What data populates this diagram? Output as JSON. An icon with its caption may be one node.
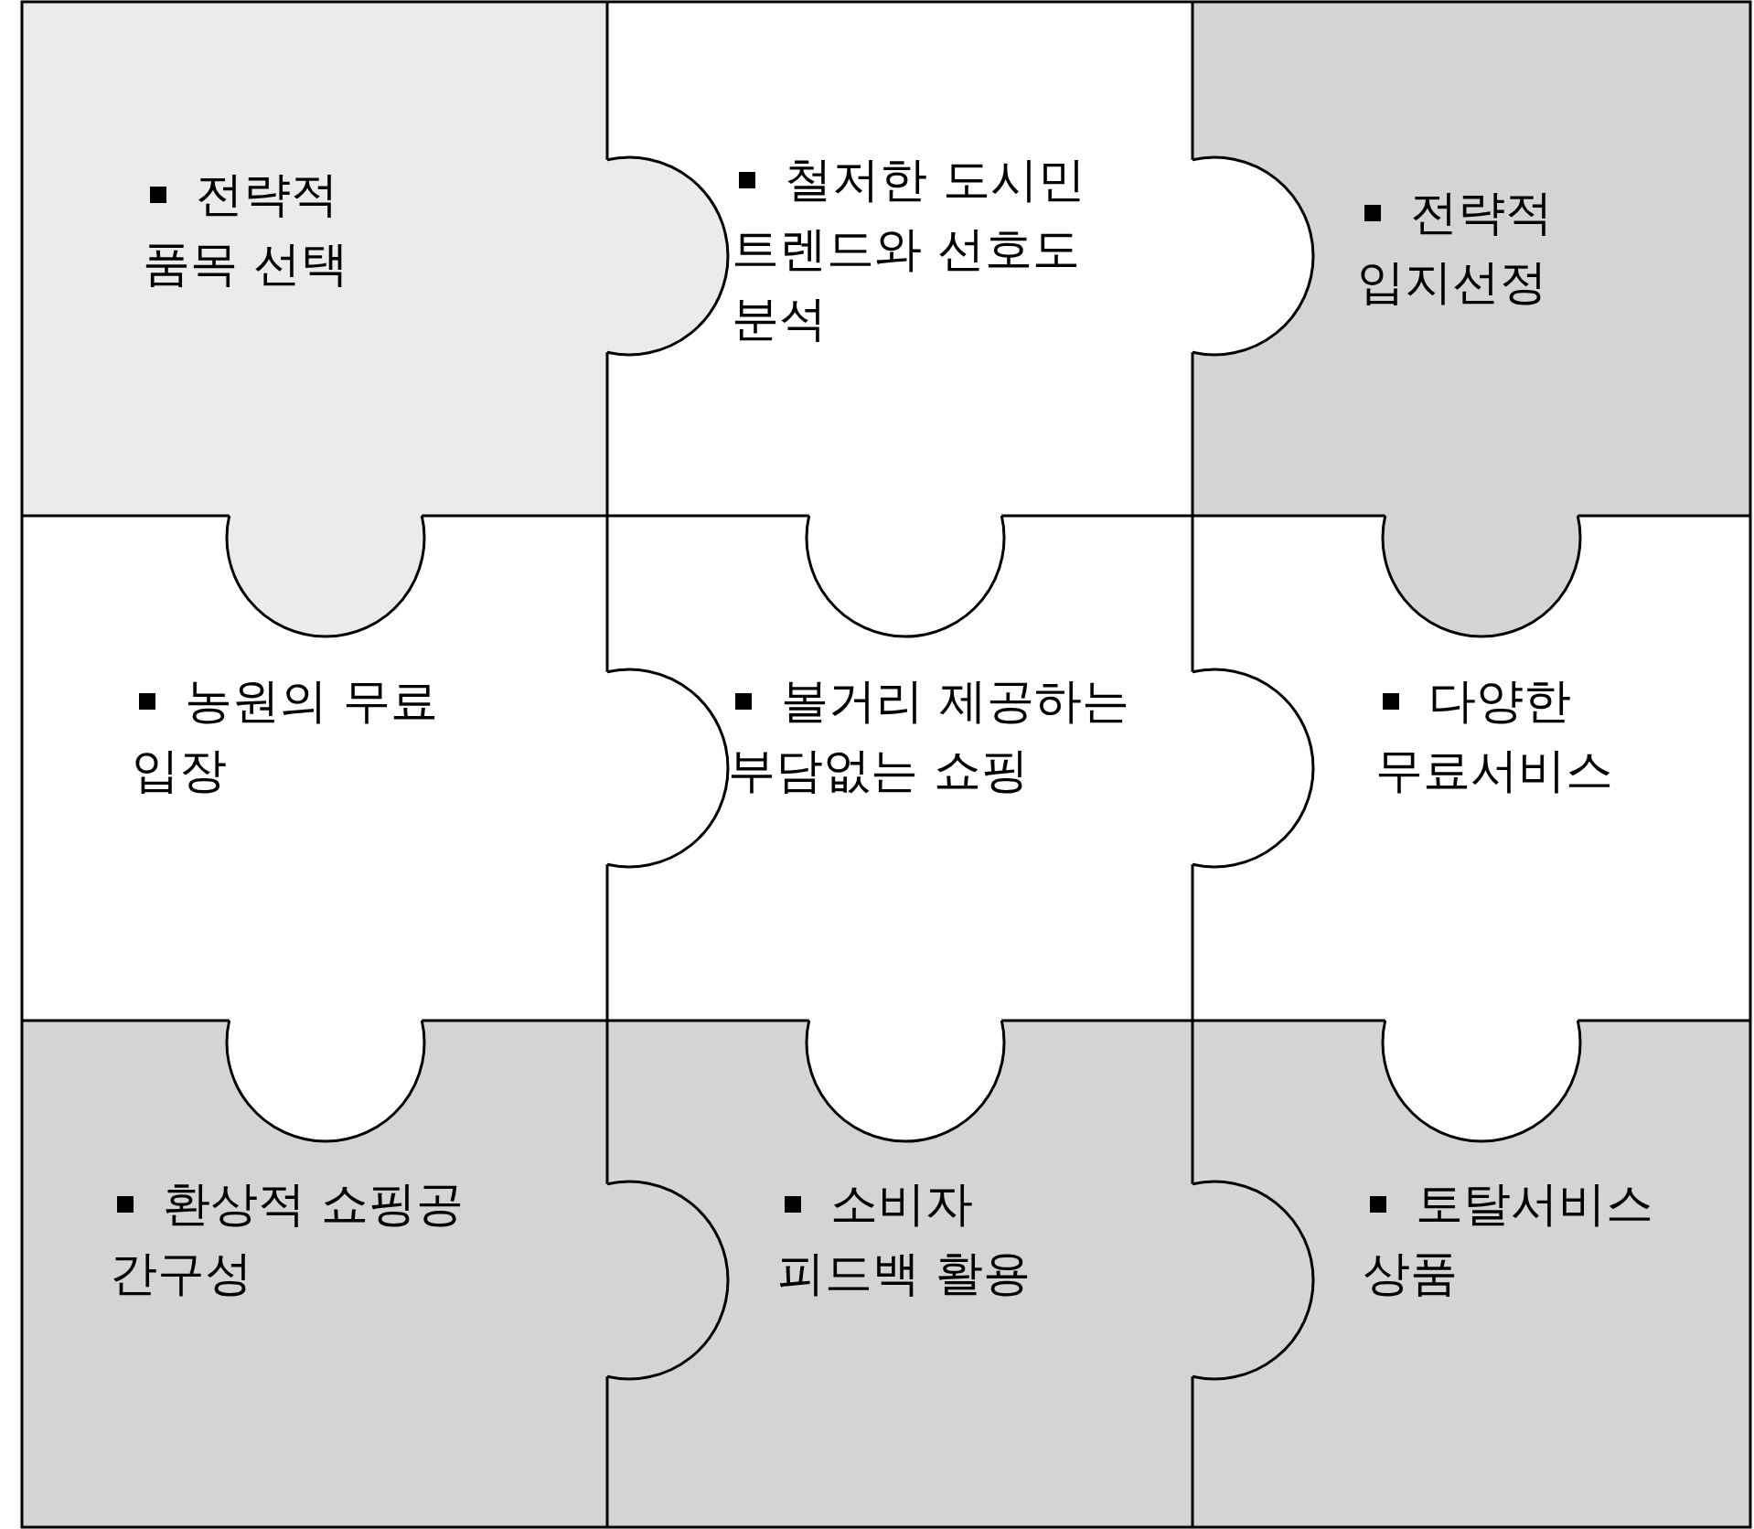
{
  "diagram": {
    "nodes": [
      {
        "text": [
          "전략적 품목 선택"
        ]
      },
      {
        "text": [
          "철저한 도시민 트렌드와 선호도 분석"
        ]
      },
      {
        "text": [
          "전략적 입지선정"
        ]
      },
      {
        "text": [
          "농원의 무료 입장"
        ]
      },
      {
        "text": [
          "볼거리 제공하는 부담없는 쇼핑"
        ]
      },
      {
        "text": [
          "다양한 무료서비스"
        ]
      },
      {
        "text": [
          "환상적 쇼핑공간구성"
        ]
      },
      {
        "text": [
          "소비자 피드백 활용"
        ]
      },
      {
        "text": [
          "토탈서비스 상품"
        ]
      }
    ]
  }
}
